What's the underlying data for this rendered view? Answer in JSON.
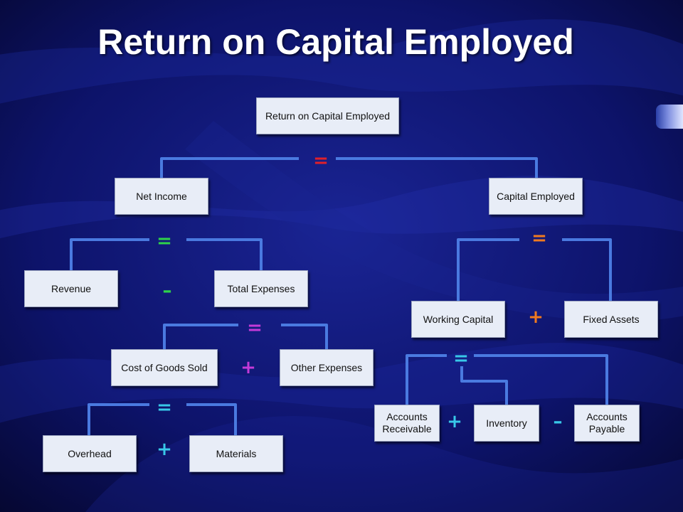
{
  "title": "Return on Capital Employed",
  "colors": {
    "background": "#0a0d4a",
    "connector": "#4a7ae0",
    "box_fill": "#e8edf7",
    "op_red": "#e0202a",
    "op_green": "#2fd24a",
    "op_orange": "#f07a20",
    "op_magenta": "#c43ad8",
    "op_cyan": "#38c8e8"
  },
  "nodes": {
    "roce": "Return on Capital Employed",
    "net_income": "Net Income",
    "capital_employed": "Capital Employed",
    "revenue": "Revenue",
    "total_expenses": "Total Expenses",
    "cogs": "Cost of Goods Sold",
    "other_expenses": "Other Expenses",
    "overhead": "Overhead",
    "materials": "Materials",
    "working_capital": "Working Capital",
    "fixed_assets": "Fixed Assets",
    "accounts_receivable": "Accounts\nReceivable",
    "inventory": "Inventory",
    "accounts_payable": "Accounts\nPayable"
  },
  "operators": {
    "eq_roce": "=",
    "eq_net_income": "=",
    "minus_revenue": "–",
    "eq_total_expenses": "=",
    "plus_cogs": "+",
    "eq_cogs": "=",
    "plus_overhead": "+",
    "eq_capital_employed": "=",
    "plus_working_capital": "+",
    "eq_working_capital": "=",
    "plus_receivable": "+",
    "minus_payable": "–"
  }
}
